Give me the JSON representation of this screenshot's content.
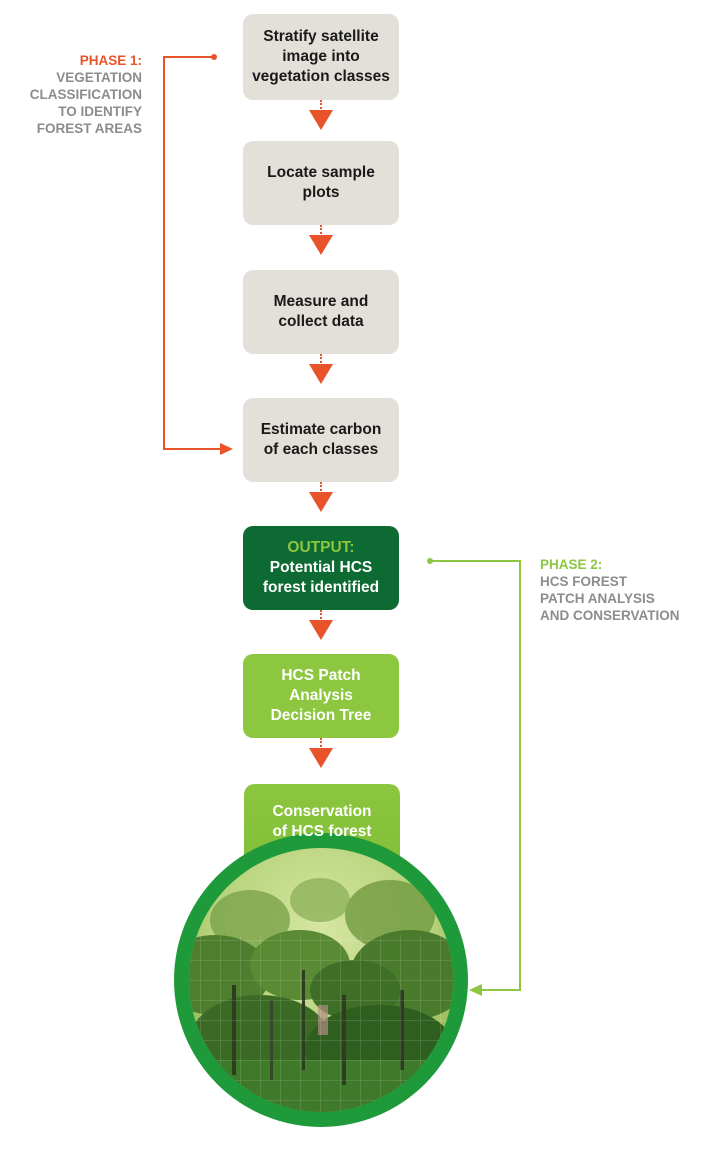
{
  "phase1": {
    "title": "PHASE 1:",
    "description": "VEGETATION\nCLASSIFICATION\nTO IDENTIFY\nFOREST AREAS"
  },
  "phase2": {
    "title": "PHASE 2:",
    "description": "HCS FOREST\nPATCH ANALYSIS\nAND CONSERVATION"
  },
  "steps": [
    {
      "text": "Stratify satellite\nimage into\nvegetation classes"
    },
    {
      "text": "Locate sample\nplots"
    },
    {
      "text": "Measure and\ncollect data"
    },
    {
      "text": "Estimate carbon\nof each classes"
    },
    {
      "label": "OUTPUT:",
      "text": "Potential HCS\nforest  identified"
    },
    {
      "text": "HCS Patch\nAnalysis\nDecision Tree"
    },
    {
      "text": "Conservation\nof HCS forest"
    }
  ],
  "colors": {
    "accent_orange": "#e8532a",
    "light_green": "#8dc63f",
    "dark_green": "#0d6a33",
    "ring_green": "#1e9a3a",
    "box_gray": "#e3e0da",
    "phase_gray": "#8c8c8c"
  }
}
